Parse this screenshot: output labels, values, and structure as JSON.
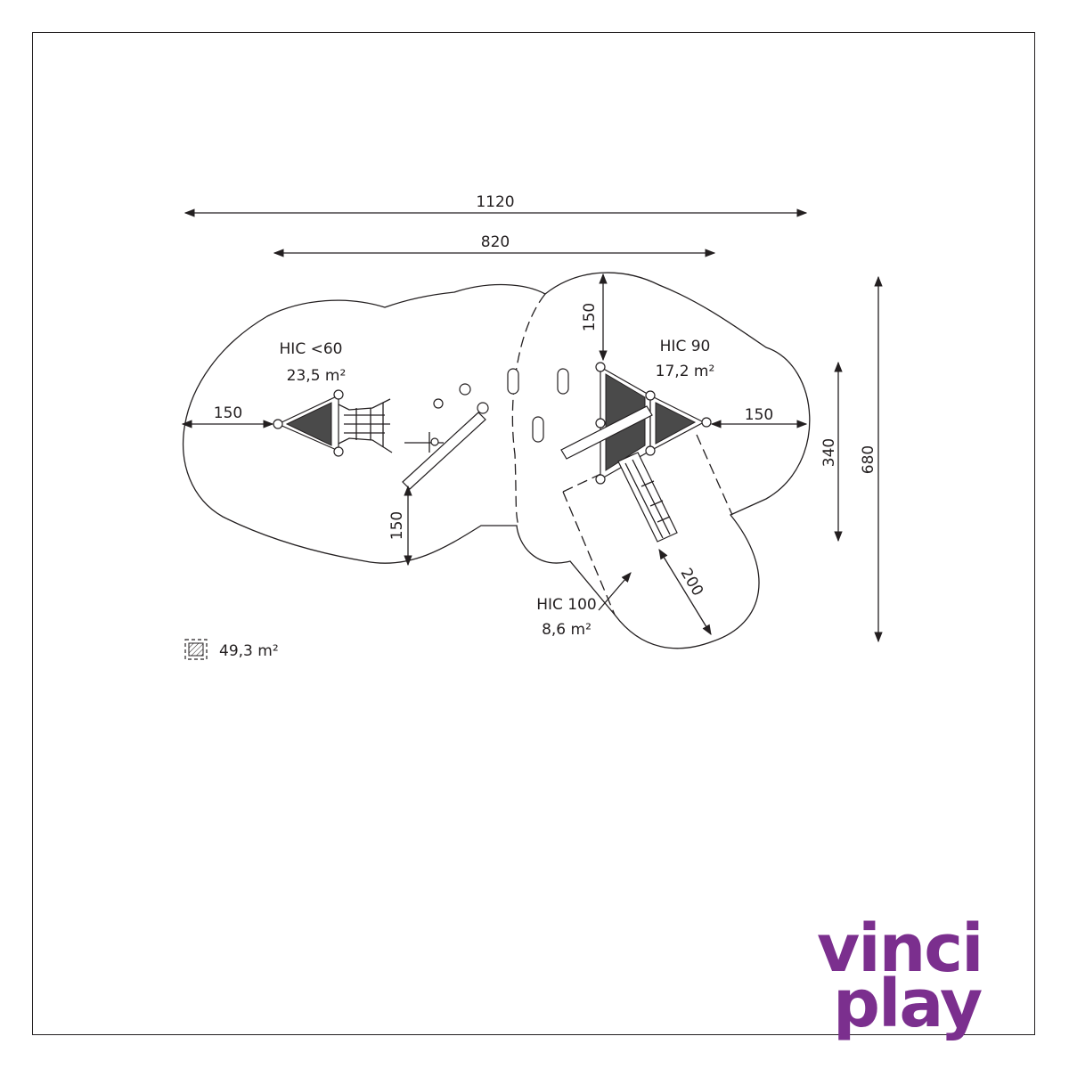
{
  "dimensions": {
    "total_width": "1120",
    "inner_width": "820",
    "left_clearance": "150",
    "right_clearance": "150",
    "top_clearance": "150",
    "bottom_clearance": "150",
    "half_depth": "340",
    "total_depth": "680",
    "slide_runout": "200"
  },
  "zones": {
    "left": {
      "hic": "HIC <60",
      "area": "23,5 m²"
    },
    "right": {
      "hic": "HIC 90",
      "area": "17,2 m²"
    },
    "slide": {
      "hic": "HIC 100",
      "area": "8,6 m²"
    }
  },
  "legend": {
    "total_area": "49,3 m²"
  },
  "brand": {
    "line1": "vinci",
    "line2": "play",
    "color": "#7b2f8e"
  }
}
